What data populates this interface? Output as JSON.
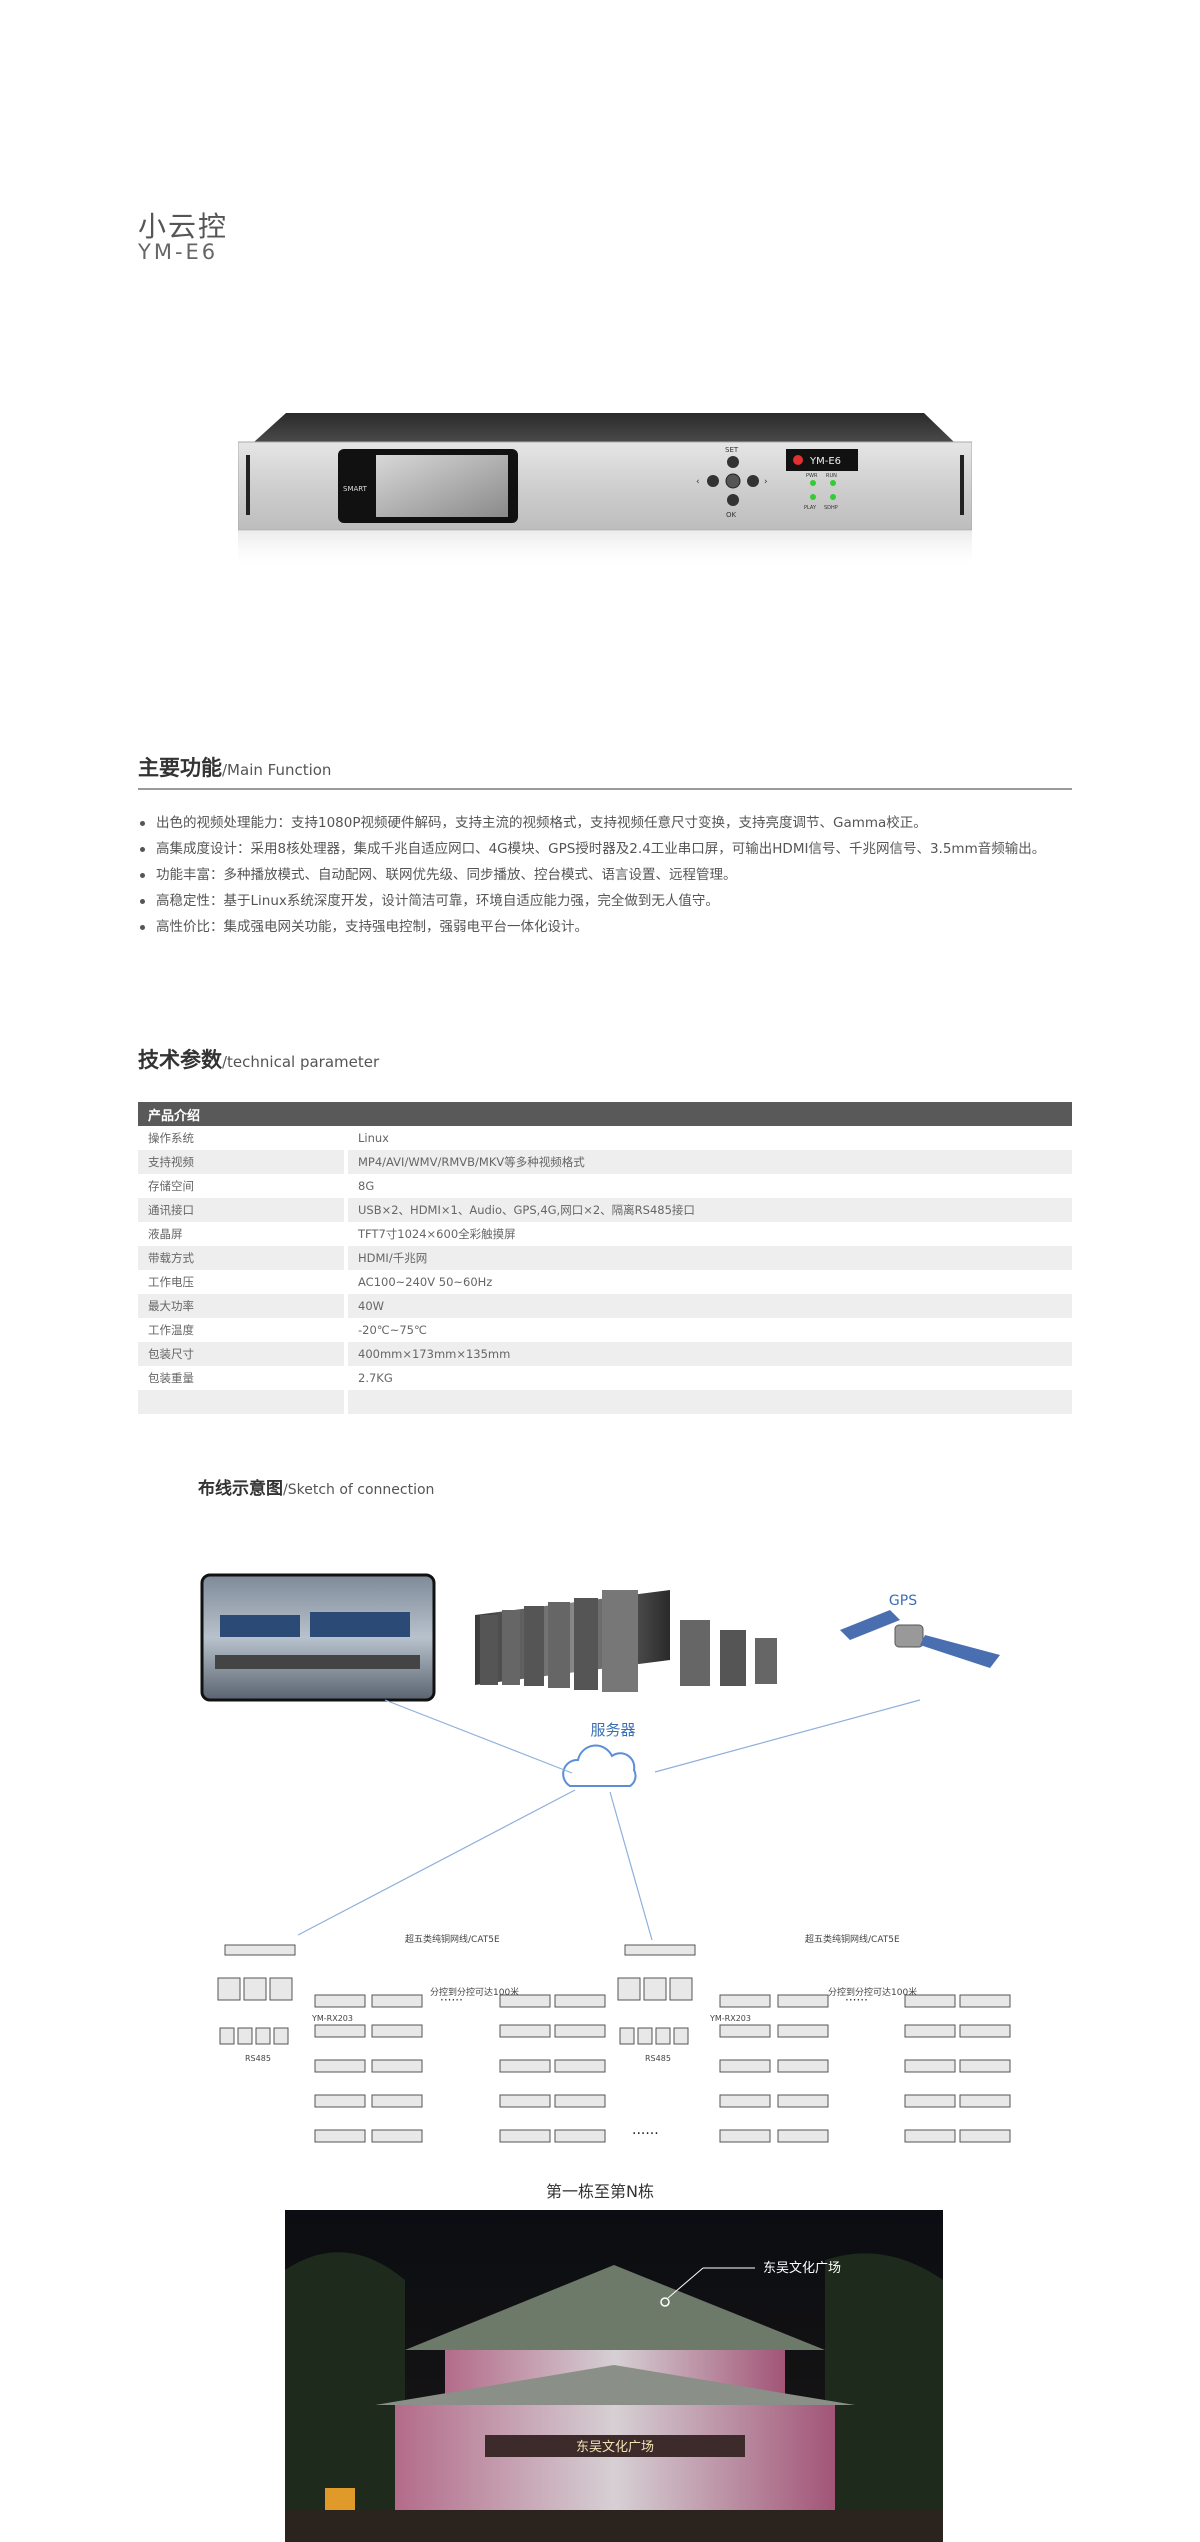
{
  "header": {
    "title_cn": "小云控",
    "model": "YM-E6"
  },
  "device": {
    "brand_mark": "SMART",
    "display_text": "YM-E6",
    "btn_set": "SET",
    "btn_ok": "OK",
    "led_pwr": "PWR",
    "led_run": "RUN",
    "led_play": "PLAY",
    "led_sdhp": "SDHP"
  },
  "main_function": {
    "title": "主要功能",
    "subtitle": "/Main Function",
    "items": [
      "出色的视频处理能力：支持1080P视频硬件解码，支持主流的视频格式，支持视频任意尺寸变换，支持亮度调节、Gamma校正。",
      "高集成度设计：采用8核处理器，集成千兆自适应网口、4G模块、GPS授时器及2.4工业串口屏，可输出HDMI信号、千兆网信号、3.5mm音频输出。",
      "功能丰富：多种播放模式、自动配网、联网优先级、同步播放、控台模式、语言设置、远程管理。",
      "高稳定性：基于Linux系统深度开发，设计简洁可靠，环境自适应能力强，完全做到无人值守。",
      "高性价比：集成强电网关功能，支持强电控制，强弱电平台一体化设计。"
    ]
  },
  "tech_param": {
    "title": "技术参数",
    "subtitle": "/technical parameter",
    "table_header": "产品介绍",
    "rows": [
      {
        "label": "操作系统",
        "value": "Linux"
      },
      {
        "label": "支持视频",
        "value": "MP4/AVI/WMV/RMVB/MKV等多种视频格式"
      },
      {
        "label": "存储空间",
        "value": "8G"
      },
      {
        "label": "通讯接口",
        "value": "USB×2、HDMI×1、Audio、GPS,4G,网口×2、隔离RS485接口"
      },
      {
        "label": "液晶屏",
        "value": "TFT7寸1024×600全彩触摸屏"
      },
      {
        "label": "带载方式",
        "value": "HDMI/千兆网"
      },
      {
        "label": "工作电压",
        "value": "AC100~240V 50~60Hz"
      },
      {
        "label": "最大功率",
        "value": "40W"
      },
      {
        "label": "工作温度",
        "value": "-20℃~75℃"
      },
      {
        "label": "包装尺寸",
        "value": "400mm×173mm×135mm"
      },
      {
        "label": "包装重量",
        "value": "2.7KG"
      },
      {
        "label": "",
        "value": ""
      }
    ]
  },
  "sketch": {
    "title": "布线示意图",
    "subtitle": "/Sketch of connection",
    "server_label": "服务器",
    "gps_label": "GPS",
    "cable_label": "超五类纯铜网线/CAT5E",
    "split_label": "分控到分控可达100米",
    "rx_label": "YM-RX203",
    "rs485_label": "RS485",
    "ellipsis": "······",
    "caption": "第一栋至第N栋"
  },
  "photo": {
    "label": "东吴文化广场",
    "sign_text": "东吴文化广场"
  }
}
